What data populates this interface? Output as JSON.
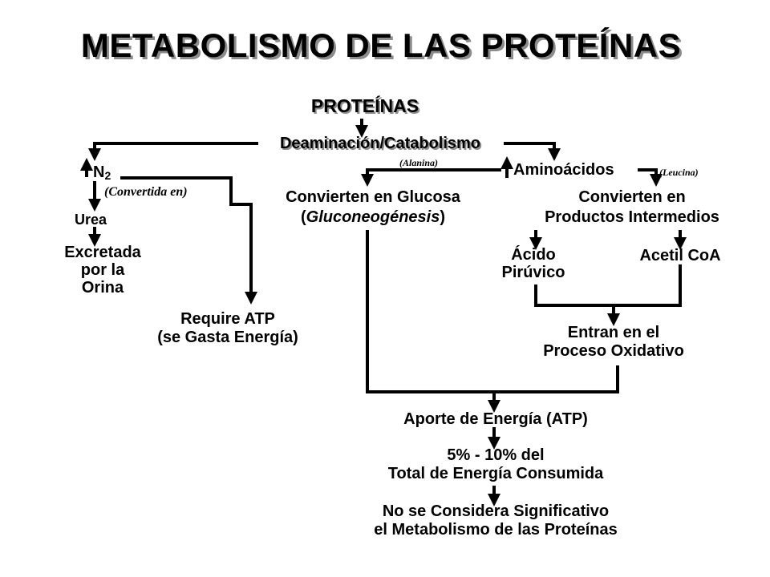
{
  "title": "METABOLISMO DE LAS PROTEÍNAS",
  "nodes": {
    "proteinas": "PROTEÍNAS",
    "deaminacion": "Deaminación/Catabolismo",
    "n2_symbol": "N",
    "n2_subscript": "2",
    "convertida_note": "(Convertida en)",
    "urea": "Urea",
    "excretada": [
      "Excretada",
      "por la",
      "Orina"
    ],
    "require_atp": [
      "Require ATP",
      "(se Gasta Energía)"
    ],
    "alanina_note": "(Alanina)",
    "aminoacidos": "Aminoácidos",
    "leucina_note": "(Leucina)",
    "glucosa_line1": "Convierten en Glucosa",
    "glucosa_line2_open": "(",
    "glucosa_line2_italic": "Gluconeogénesis",
    "glucosa_line2_close": ")",
    "intermedios": [
      "Convierten en",
      "Productos Intermedios"
    ],
    "acido_piruvico": [
      "Ácido",
      "Pirúvico"
    ],
    "acetil_coa": "Acetil CoA",
    "oxidativo": [
      "Entran en el",
      "Proceso Oxidativo"
    ],
    "aporte": "Aporte de Energía (ATP)",
    "porcentaje": [
      "5% - 10% del",
      "Total de Energía Consumida"
    ],
    "conclusion": [
      "No se Considera Significativo",
      "el Metabolismo de las Proteínas"
    ]
  }
}
